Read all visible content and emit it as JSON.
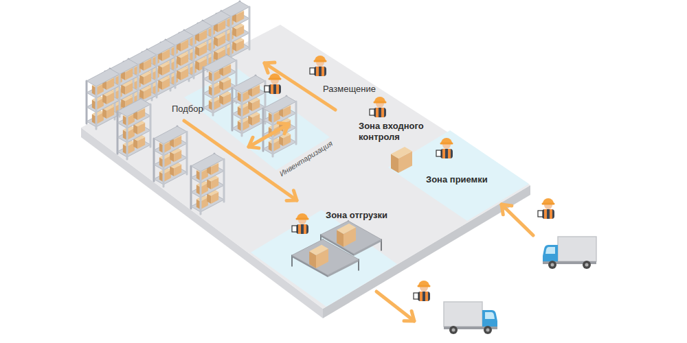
{
  "diagram": {
    "nodes": [
      {
        "text": [
          "Инвентаризация"
        ]
      },
      {
        "text": [
          "Зона приемки"
        ]
      },
      {
        "text": [
          "Зона отгрузки"
        ]
      }
    ],
    "labels": [
      "Подбор",
      "Размещение",
      "Зона входного контроля"
    ]
  }
}
